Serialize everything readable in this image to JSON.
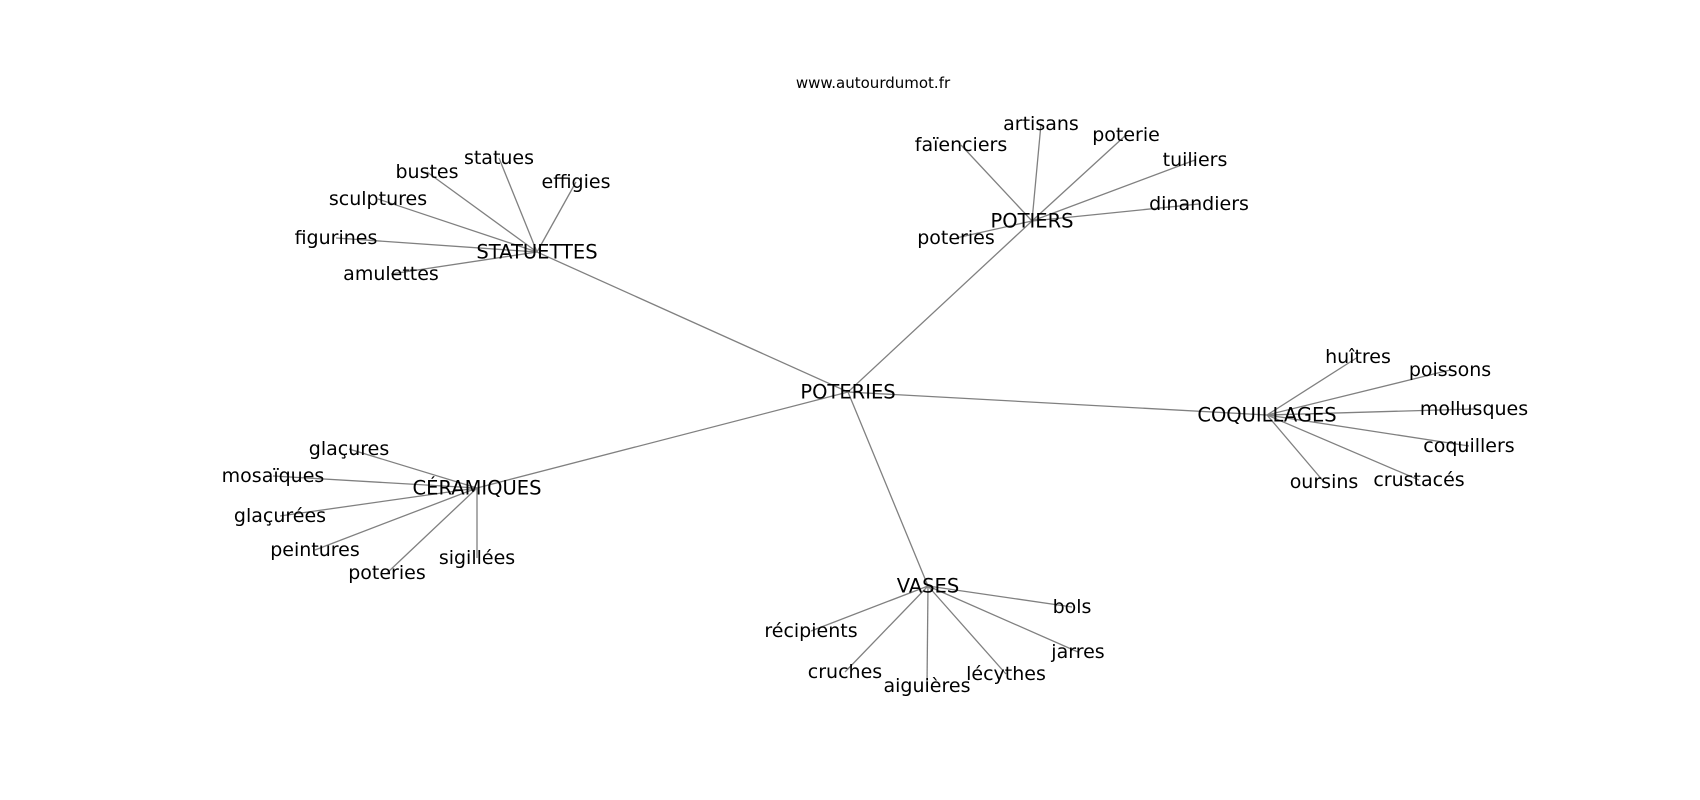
{
  "site": "www.autourdumot.fr",
  "colors": {
    "background": "#ffffff",
    "edge": "#808080",
    "text": "#000000"
  },
  "graph": {
    "root": "POTERIES",
    "clusters": [
      {
        "hub": "STATUETTES",
        "words": [
          "bustes",
          "statues",
          "effigies",
          "sculptures",
          "figurines",
          "amulettes"
        ]
      },
      {
        "hub": "POTIERS",
        "words": [
          "artisans",
          "faïenciers",
          "poterie",
          "tuiliers",
          "dinandiers",
          "poteries"
        ]
      },
      {
        "hub": "COQUILLAGES",
        "words": [
          "huîtres",
          "poissons",
          "mollusques",
          "coquillers",
          "crustacés",
          "oursins"
        ]
      },
      {
        "hub": "CÉRAMIQUES",
        "words": [
          "glaçures",
          "mosaïques",
          "glaçurées",
          "peintures",
          "poteries",
          "sigillées"
        ]
      },
      {
        "hub": "VASES",
        "words": [
          "bols",
          "récipients",
          "jarres",
          "cruches",
          "aiguières",
          "lécythes"
        ]
      }
    ]
  }
}
